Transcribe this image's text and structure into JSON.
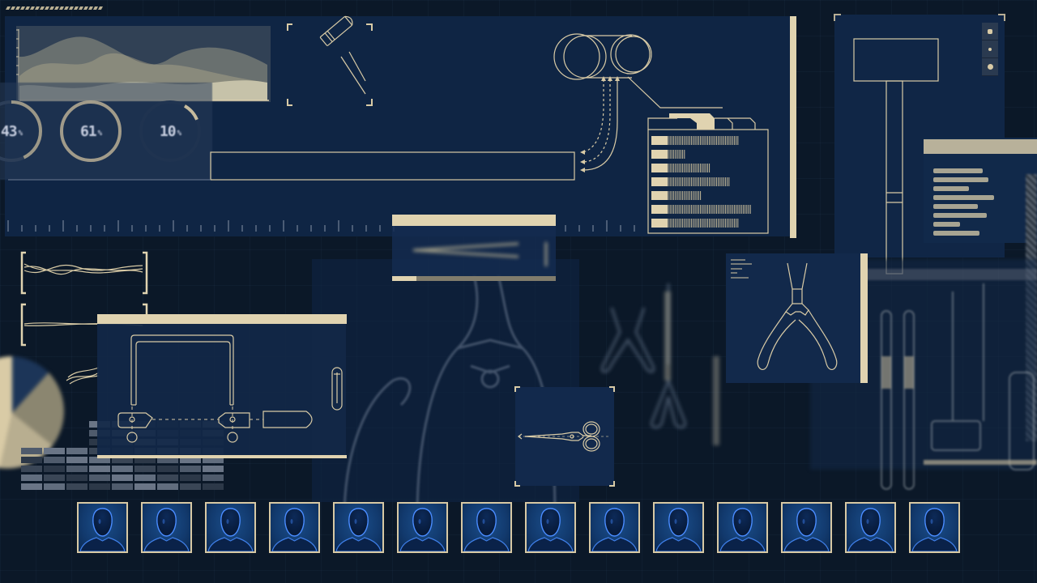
{
  "theme": {
    "background": "#0b1828",
    "panel": "#0f2544",
    "accent_cream": "#e0d3b0",
    "avatar_blue": "#1b4f8c",
    "avatar_glow": "#4a8cff"
  },
  "gauges": [
    {
      "label": "43",
      "unit": "%",
      "value": 43
    },
    {
      "label": "61",
      "unit": "%",
      "value": 61
    },
    {
      "label": "10",
      "unit": "%",
      "value": 10
    }
  ],
  "area_chart": {
    "type": "area",
    "series_count": 3
  },
  "tool_schematics": [
    {
      "name": "hammer-icon",
      "location": "top-center-left"
    },
    {
      "name": "mallet-icon",
      "location": "top-center"
    },
    {
      "name": "sledgehammer-icon",
      "location": "top-right"
    },
    {
      "name": "stapler-icon",
      "location": "left-center"
    },
    {
      "name": "pliers-icon",
      "location": "center-right"
    },
    {
      "name": "scissors-icon",
      "location": "center"
    },
    {
      "name": "tweezers-icon",
      "location": "center-top"
    }
  ],
  "bar_card": {
    "tabs": 4,
    "active_tab": 1,
    "bars": [
      0.77,
      0.29,
      0.51,
      0.69,
      0.43,
      0.87,
      0.76
    ]
  },
  "window_controls": [
    "minimize",
    "maximize",
    "close"
  ],
  "side_list": {
    "lines": [
      0.55,
      0.62,
      0.4,
      0.68,
      0.5,
      0.6,
      0.3,
      0.52
    ]
  },
  "avatars": {
    "count": 14,
    "items": [
      "user-1",
      "user-2",
      "user-3",
      "user-4",
      "user-5",
      "user-6",
      "user-7",
      "user-8",
      "user-9",
      "user-10",
      "user-11",
      "user-12",
      "user-13",
      "user-14"
    ]
  }
}
